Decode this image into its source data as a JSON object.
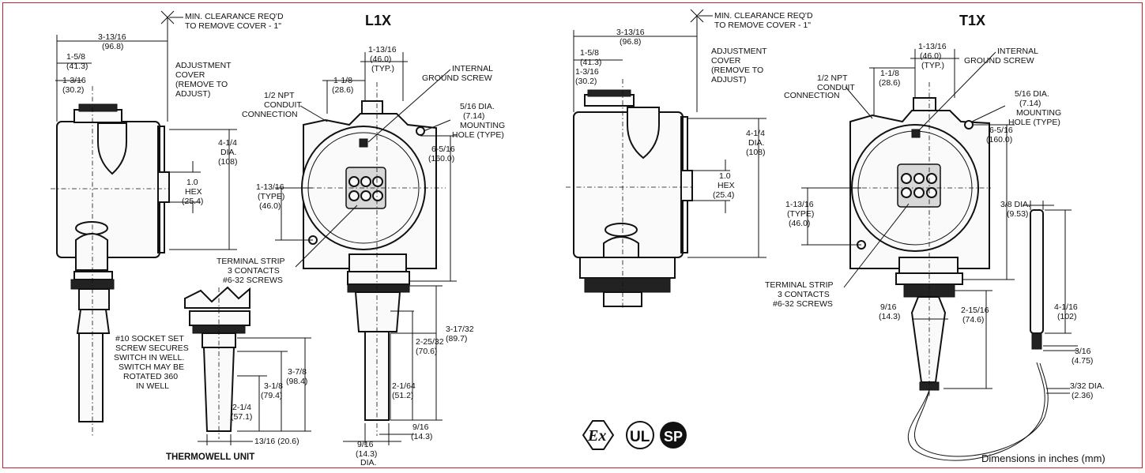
{
  "titles": {
    "l1x": "L1X",
    "t1x": "T1X"
  },
  "footer": "Dimensions in inches (mm)",
  "thermowell_caption": "THERMOWELL UNIT",
  "labels": {
    "min_clearance": [
      "MIN. CLEARANCE REQ'D",
      "TO REMOVE COVER - 1\""
    ],
    "adjustment_cover": [
      "ADJUSTMENT",
      "COVER",
      "(REMOVE TO",
      "ADJUST)"
    ],
    "conduit": [
      "1/2 NPT",
      "CONDUIT",
      "CONNECTION"
    ],
    "ground_screw": [
      "INTERNAL",
      "GROUND SCREW"
    ],
    "mounting_hole": [
      "5/16 DIA.",
      "(7.14)",
      "MOUNTING",
      "HOLE (TYPE)"
    ],
    "terminal_strip": [
      "TERMINAL STRIP",
      "3 CONTACTS",
      "#6-32 SCREWS"
    ],
    "socket_set": [
      "#10 SOCKET SET",
      "SCREW SECURES",
      "SWITCH IN WELL.",
      "SWITCH MAY BE",
      "ROTATED 360",
      "IN WELL"
    ],
    "hex": [
      "1.0",
      "HEX",
      "(25.4)"
    ],
    "dia_425": [
      "4-1/4",
      "DIA.",
      "(108)"
    ]
  },
  "dimensions": {
    "d3_13_16": [
      "3-13/16",
      "(96.8)"
    ],
    "d1_5_8": [
      "1-5/8",
      "(41.3)"
    ],
    "d1_3_16": [
      "1-3/16",
      "(30.2)"
    ],
    "d1_13_16_typ": [
      "1-13/16",
      "(46.0)",
      "(TYP.)"
    ],
    "d1_1_8": [
      "1-1/8",
      "(28.6)"
    ],
    "d6_5_16": [
      "6-5/16",
      "(160.0)"
    ],
    "d1_13_16_type": [
      "1-13/16",
      "(TYPE)",
      "(46.0)"
    ],
    "d3_17_32": [
      "3-17/32",
      "(89.7)"
    ],
    "d2_25_32": [
      "2-25/32",
      "(70.6)"
    ],
    "d2_1_64": [
      "2-1/64",
      "(51.2)"
    ],
    "d9_16": [
      "9/16",
      "(14.3)"
    ],
    "d9_16_dia": [
      "9/16",
      "(14.3)",
      "DIA."
    ],
    "d3_7_8": [
      "3-7/8",
      "(98.4)"
    ],
    "d3_1_8": [
      "3-1/8",
      "(79.4)"
    ],
    "d2_1_4": [
      "2-1/4",
      "(57.1)"
    ],
    "d13_16": "13/16 (20.6)",
    "d2_15_16": [
      "2-15/16",
      "(74.6)"
    ],
    "d3_8_dia": [
      "3/8 DIA.",
      "(9.53)"
    ],
    "d4_1_16": [
      "4-1/16",
      "(102)"
    ],
    "d3_16": [
      "3/16",
      "(4.75)"
    ],
    "d3_32_dia": [
      "3/32 DIA.",
      "(2.36)"
    ]
  },
  "cert_marks": {
    "ex": "Ex",
    "ul": "UL",
    "csa": "SP"
  }
}
